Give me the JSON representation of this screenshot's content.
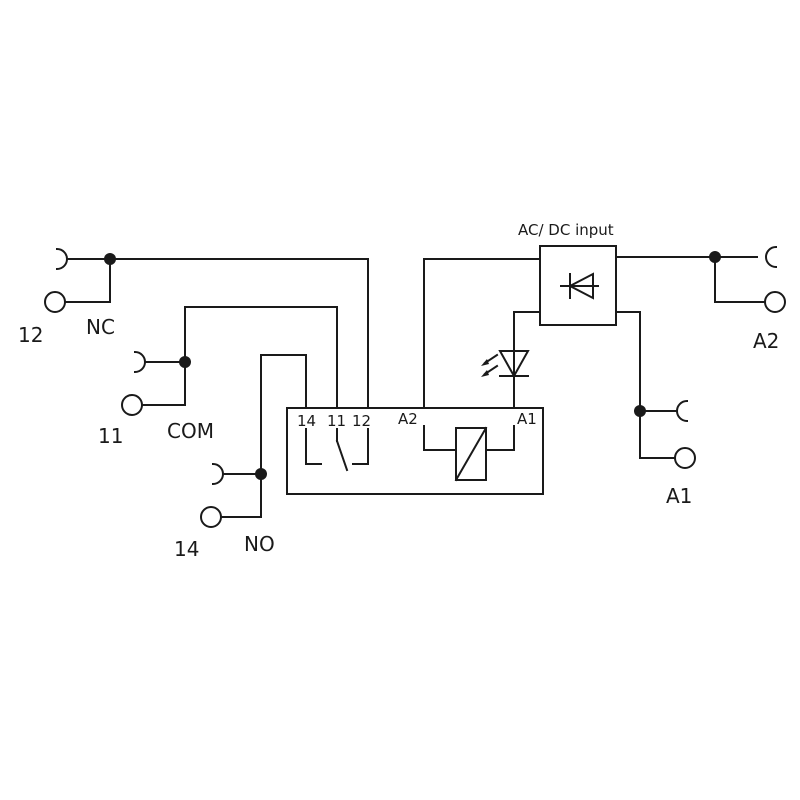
{
  "diagram": {
    "header_label": "AC/ DC input",
    "external_terminals": {
      "nc_number": "12",
      "nc_name": "NC",
      "com_number": "11",
      "com_name": "COM",
      "no_number": "14",
      "no_name": "NO",
      "a2": "A2",
      "a1": "A1"
    },
    "module_pins": {
      "p14": "14",
      "p11": "11",
      "p12": "12",
      "a2": "A2",
      "a1": "A1"
    }
  }
}
